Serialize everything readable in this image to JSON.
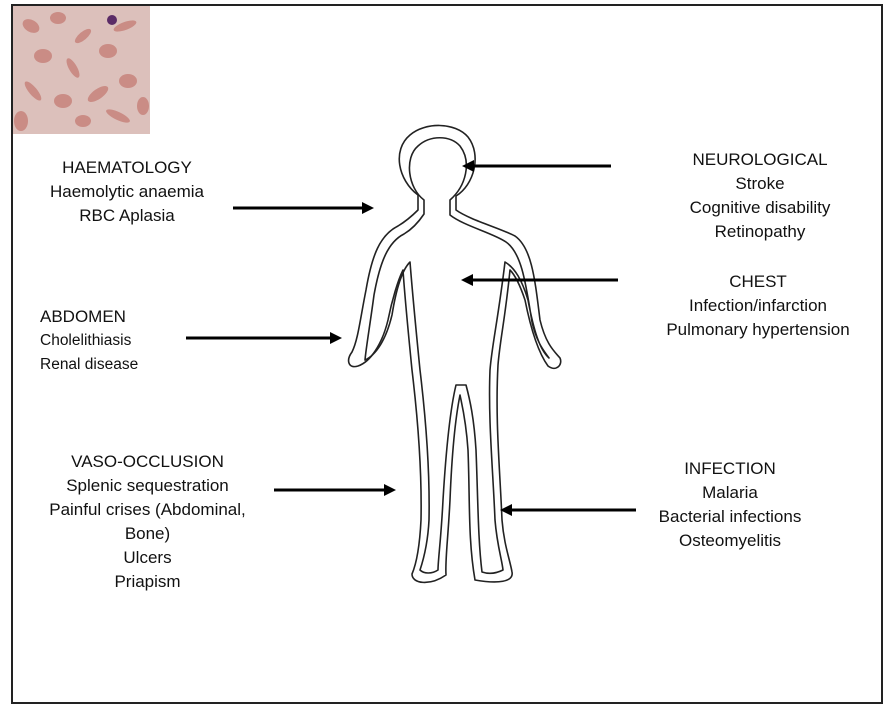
{
  "haematology": {
    "title": "HAEMATOLOGY",
    "items": [
      "Haemolytic anaemia",
      "RBC Aplasia"
    ]
  },
  "neurological": {
    "title": "NEUROLOGICAL",
    "items": [
      "Stroke",
      "Cognitive disability",
      "Retinopathy"
    ]
  },
  "abdomen": {
    "title": "ABDOMEN",
    "items": [
      "Cholelithiasis",
      "Renal disease"
    ]
  },
  "chest": {
    "title": "CHEST",
    "items": [
      "Infection/infarction",
      "Pulmonary hypertension"
    ]
  },
  "vaso_occlusion": {
    "title": "VASO-OCCLUSION",
    "items": [
      "Splenic sequestration",
      "Painful crises (Abdominal,",
      "Bone)",
      "Ulcers",
      "Priapism"
    ]
  },
  "infection": {
    "title": "INFECTION",
    "items": [
      "Malaria",
      "Bacterial infections",
      "Osteomyelitis"
    ]
  },
  "colors": {
    "arrow": "#000000",
    "outline": "#222222",
    "smear_bg": "#d9b3ae",
    "cell": "#c97a73"
  }
}
